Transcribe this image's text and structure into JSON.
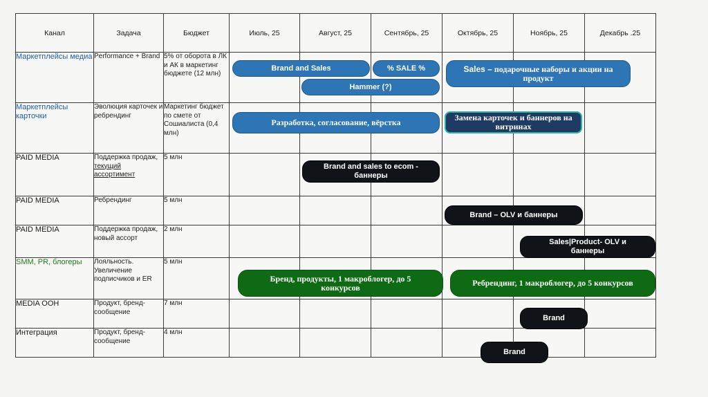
{
  "table": {
    "columns": [
      "Канал",
      "Задача",
      "Бюджет",
      "Июль, 25",
      "Август, 25",
      "Сентябрь, 25",
      "Октябрь, 25",
      "Ноябрь, 25",
      "Декабрь .25"
    ],
    "rows": [
      {
        "channel": "Маркетплейсы медиа",
        "channel_color": "#1f5fa8",
        "task": "Performance + Brand",
        "budget": "5% от оборота в ЛК и АК в маркетинг бюджете (12 млн)"
      },
      {
        "channel": "Маркетплейсы карточки",
        "channel_color": "#1f5fa8",
        "task": "Эволюция карточек и ребрендинг",
        "budget": "Маркетинг бюджет по смете от Сошиалиста (0,4 млн)"
      },
      {
        "channel": "PAID MEDIA",
        "channel_color": "#1a1a1a",
        "task_line1": "Поддержка продаж,",
        "task_line2": "текущий ассортимент",
        "budget": "5 млн"
      },
      {
        "channel": "PAID MEDIA",
        "channel_color": "#1a1a1a",
        "task": "Ребрендинг",
        "budget": "5 млн"
      },
      {
        "channel": "PAID MEDIA",
        "channel_color": "#1a1a1a",
        "task": "Поддержка продаж, новый ассорт",
        "budget": "2 млн"
      },
      {
        "channel": "SMM, PR, блогеры",
        "channel_color": "#1e7a1e",
        "task": "Лояльность. Увеличение подписчиков и ER",
        "budget": "5 млн"
      },
      {
        "channel": "MEDIA OOH",
        "channel_color": "#1a1a1a",
        "task": "Продукт, бренд-сообщение",
        "budget": "7 млн"
      },
      {
        "channel": "Интеграция",
        "channel_color": "#1a1a1a",
        "task": "Продукт, бренд-сообщение",
        "budget": "4 млн"
      }
    ]
  },
  "bars": [
    {
      "id": "brand-and-sales",
      "label": "Brand and Sales",
      "style": "blue",
      "font": "sans"
    },
    {
      "id": "sale-percent",
      "label": "% SALE %",
      "style": "blue",
      "font": "sans"
    },
    {
      "id": "hammer",
      "label": "Hammer (?)",
      "style": "blue",
      "font": "sans"
    },
    {
      "id": "sales-gift-sets",
      "label_bold": "Sales –",
      "label_rest": " подарочные наборы и акции на продукт",
      "style": "blue",
      "font": "serif"
    },
    {
      "id": "development",
      "label": "Разработка, согласование, вёрстка",
      "style": "blue",
      "font": "serif"
    },
    {
      "id": "card-replacement",
      "label": "Замена карточек и баннеров на витринах",
      "style": "navy",
      "font": "serif"
    },
    {
      "id": "brand-sales-ecom",
      "label": "Brand and sales to ecom - баннеры",
      "style": "black",
      "font": "sans"
    },
    {
      "id": "brand-olv",
      "label_bold": "Brand –",
      "label_rest": " OLV и баннеры",
      "style": "black",
      "font": "sans"
    },
    {
      "id": "sales-product-olv",
      "label": "Sales|Product- OLV и баннеры",
      "style": "black",
      "font": "sans"
    },
    {
      "id": "brand-products-macroblogger",
      "label": "Бренд, продукты, 1 макроблогер, до 5 конкурсов",
      "style": "green",
      "font": "serif"
    },
    {
      "id": "rebranding-macroblogger",
      "label": "Ребрендинг, 1 макроблогер, до 5 конкурсов",
      "style": "green",
      "font": "serif"
    },
    {
      "id": "brand-ooh",
      "label": "Brand",
      "style": "black",
      "font": "sans"
    },
    {
      "id": "brand-integration",
      "label": "Brand",
      "style": "black",
      "font": "sans"
    }
  ]
}
